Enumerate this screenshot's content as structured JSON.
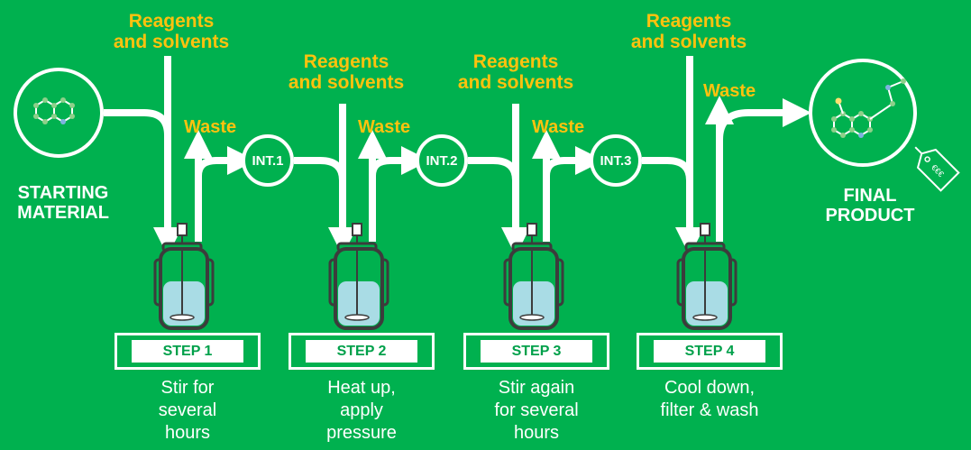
{
  "colors": {
    "background": "#00b14f",
    "accent": "#ffc20e",
    "line": "#ffffff",
    "liquid": "#a9dce5",
    "vessel": "#3c3c3c"
  },
  "starting_material": {
    "line1": "STARTING",
    "line2": "MATERIAL"
  },
  "final_product": {
    "line1": "FINAL",
    "line2": "PRODUCT",
    "tag": "€€€"
  },
  "reagents": [
    {
      "line1": "Reagents",
      "line2": "and solvents"
    },
    {
      "line1": "Reagents",
      "line2": "and solvents"
    },
    {
      "line1": "Reagents",
      "line2": "and solvents"
    },
    {
      "line1": "Reagents",
      "line2": "and solvents"
    }
  ],
  "waste_label": "Waste",
  "intermediates": [
    "INT.1",
    "INT.2",
    "INT.3"
  ],
  "steps": [
    {
      "label": "STEP 1",
      "desc": [
        "Stir for",
        "several",
        "hours"
      ]
    },
    {
      "label": "STEP 2",
      "desc": [
        "Heat up,",
        "apply",
        "pressure"
      ]
    },
    {
      "label": "STEP 3",
      "desc": [
        "Stir again",
        "for several",
        "hours"
      ]
    },
    {
      "label": "STEP 4",
      "desc": [
        "Cool down,",
        "filter & wash"
      ]
    }
  ]
}
